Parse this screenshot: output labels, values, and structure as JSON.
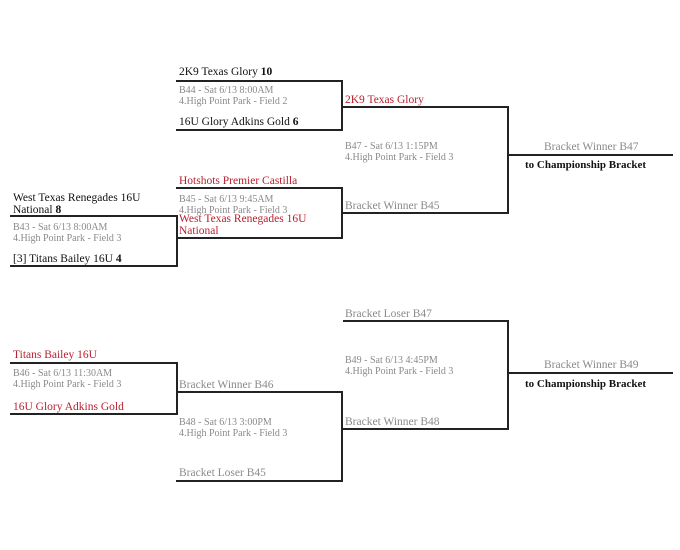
{
  "b44": {
    "top": "2K9 Texas Glory",
    "top_score": "10",
    "info1": "B44 - Sat 6/13 8:00AM",
    "info2": "4.High Point Park - Field 2",
    "bottom": "16U Glory Adkins Gold",
    "bottom_score": "6"
  },
  "b45": {
    "top": "Hotshots Premier Castilla",
    "info1": "B45 - Sat 6/13 9:45AM",
    "info2": "4.High Point Park - Field 3",
    "bottom_line1": "West Texas Renegades 16U",
    "bottom_line2": "National"
  },
  "b43": {
    "top_line1": "West Texas Renegades 16U",
    "top_line2": "National",
    "top_score": "8",
    "info1": "B43 - Sat 6/13 8:00AM",
    "info2": "4.High Point Park - Field 3",
    "bottom": "[3] Titans Bailey 16U",
    "bottom_score": "4"
  },
  "b47": {
    "top": "2K9 Texas Glory",
    "info1": "B47 - Sat 6/13 1:15PM",
    "info2": "4.High Point Park - Field 3",
    "bottom": "Bracket Winner B45",
    "winner": "Bracket Winner B47",
    "next": "to Championship Bracket"
  },
  "b46": {
    "top": "Titans Bailey 16U",
    "info1": "B46 - Sat 6/13 11:30AM",
    "info2": "4.High Point Park - Field 3",
    "bottom": "16U Glory Adkins Gold"
  },
  "b48": {
    "top": "Bracket Winner B46",
    "info1": "B48 - Sat 6/13 3:00PM",
    "info2": "4.High Point Park - Field 3",
    "bottom": "Bracket Loser B45"
  },
  "b49": {
    "top": "Bracket Loser B47",
    "info1": "B49 - Sat 6/13 4:45PM",
    "info2": "4.High Point Park - Field 3",
    "bottom": "Bracket Winner B48",
    "winner": "Bracket Winner B49",
    "next": "to Championship Bracket"
  }
}
